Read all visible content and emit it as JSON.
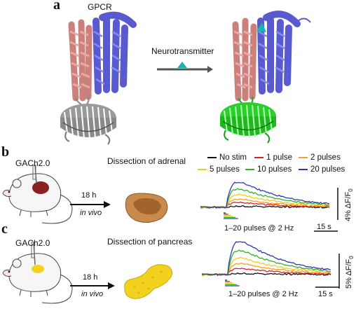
{
  "panel_a": {
    "letter": "a",
    "receptor_label": "GPCR",
    "arrow_label": "Neurotransmitter",
    "colors": {
      "tm_pink": "#d98b86",
      "tm_blue": "#5b5bd0",
      "gfp_dark": "#8a8a8a",
      "gfp_bright": "#22cc22",
      "ligand": "#19b5b5"
    }
  },
  "panel_b": {
    "letter": "b",
    "sensor": "GACh2.0",
    "dissection": "Dissection of adrenal",
    "time": "18 h",
    "mode": "in vivo",
    "pulse_label": "1–20 pulses @ 2 Hz",
    "scale_y": "4% ΔF/F",
    "scale_y_sub": "0",
    "scale_x": "15 s",
    "organ_color": "#c98a4e"
  },
  "panel_c": {
    "letter": "c",
    "sensor": "GACh2.0",
    "dissection": "Dissection of pancreas",
    "time": "18 h",
    "mode": "in vivo",
    "pulse_label": "1–20 pulses @ 2 Hz",
    "scale_y": "5% ΔF/F",
    "scale_y_sub": "0",
    "scale_x": "15 s",
    "organ_color": "#f2d21e"
  },
  "legend": [
    {
      "label": "No stim",
      "color": "#111111"
    },
    {
      "label": "1 pulse",
      "color": "#e02020"
    },
    {
      "label": "2 pulses",
      "color": "#f0a030"
    },
    {
      "label": "5 pulses",
      "color": "#e8d020"
    },
    {
      "label": "10 pulses",
      "color": "#30b030"
    },
    {
      "label": "20 pulses",
      "color": "#2a3aa8"
    }
  ],
  "chart_data": [
    {
      "type": "line",
      "title": "",
      "series": [
        {
          "name": "No stim",
          "peak": 0.2
        },
        {
          "name": "1 pulse",
          "peak": 0.8
        },
        {
          "name": "2 pulses",
          "peak": 1.4
        },
        {
          "name": "5 pulses",
          "peak": 2.2
        },
        {
          "name": "10 pulses",
          "peak": 3.2
        },
        {
          "name": "20 pulses",
          "peak": 4.4
        }
      ],
      "ylabel": "ΔF/F0 (%)",
      "xlabel": ""
    },
    {
      "type": "line",
      "title": "",
      "series": [
        {
          "name": "No stim",
          "peak": 0.2
        },
        {
          "name": "1 pulse",
          "peak": 1.0
        },
        {
          "name": "2 pulses",
          "peak": 1.9
        },
        {
          "name": "5 pulses",
          "peak": 2.9
        },
        {
          "name": "10 pulses",
          "peak": 4.2
        },
        {
          "name": "20 pulses",
          "peak": 5.8
        }
      ],
      "ylabel": "ΔF/F0 (%)",
      "xlabel": ""
    }
  ]
}
